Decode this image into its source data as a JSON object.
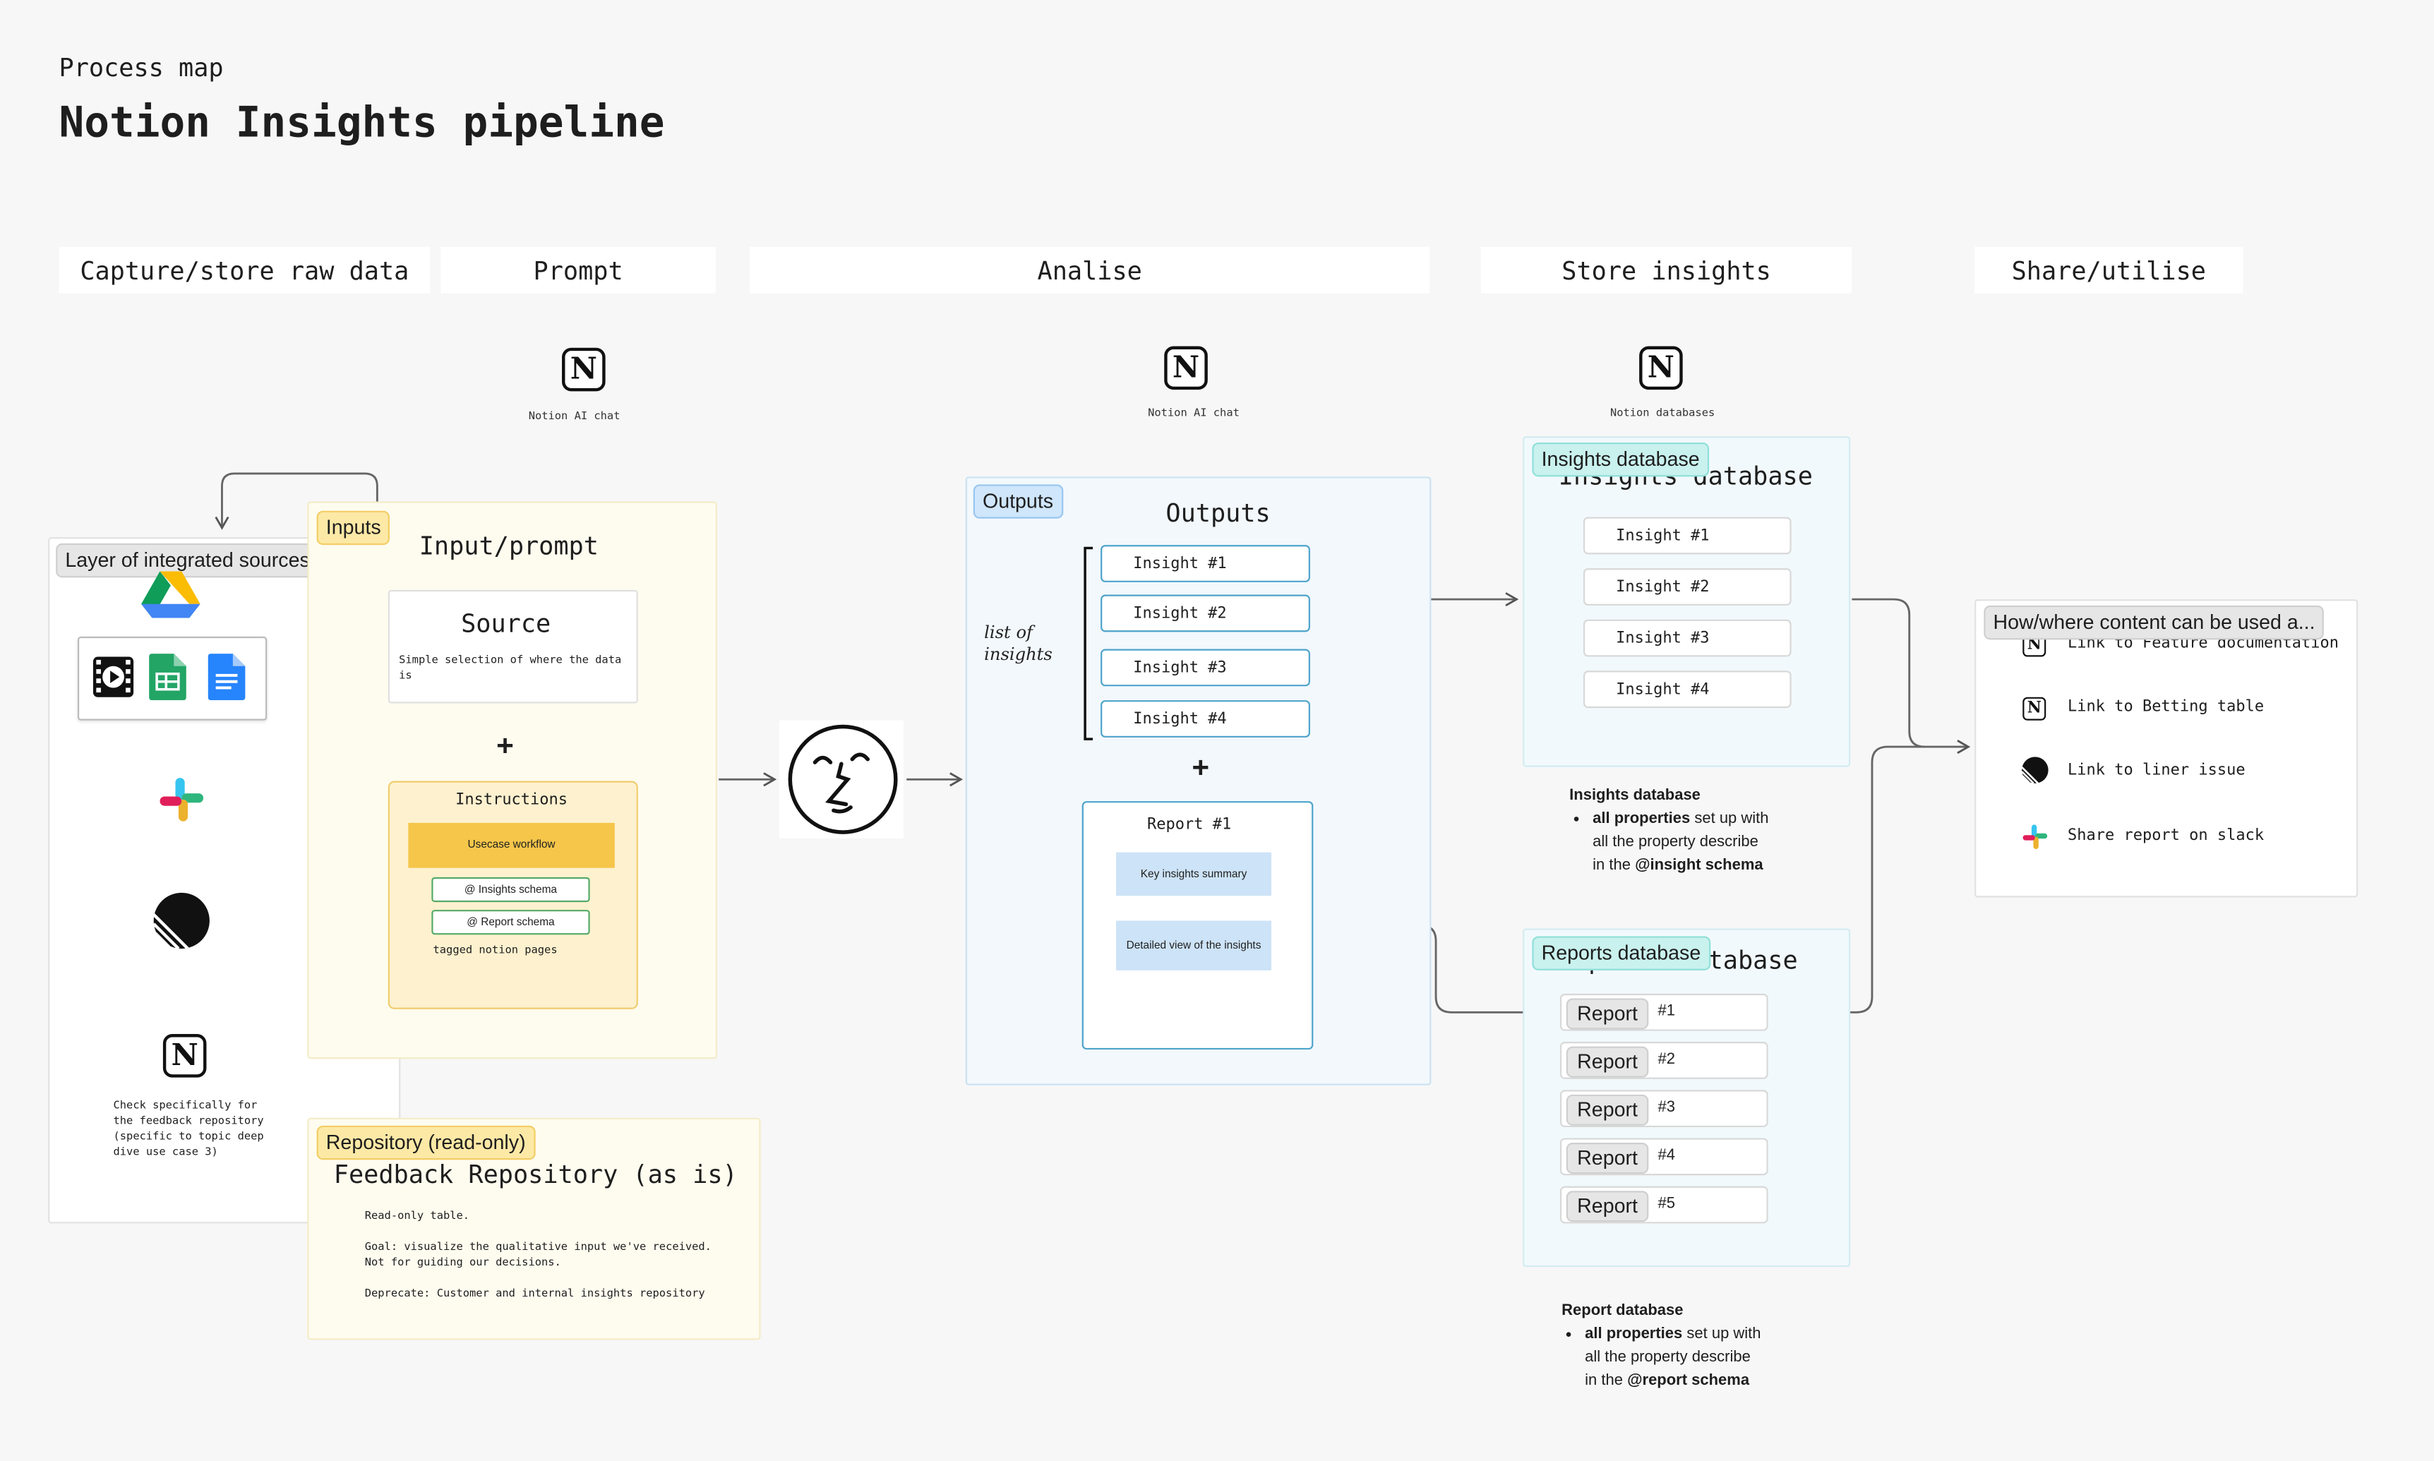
{
  "header": {
    "subtitle": "Process map",
    "title": "Notion Insights pipeline"
  },
  "columns": {
    "capture": "Capture/store raw data",
    "prompt": "Prompt",
    "analise": "Analise",
    "store": "Store insights",
    "share": "Share/utilise"
  },
  "icons": {
    "prompt_caption": "Notion AI chat",
    "analise_caption": "Notion AI chat",
    "store_caption": "Notion databases",
    "notion_letter": "N"
  },
  "sources": {
    "tag": "Layer of integrated sources",
    "notion_note": "Check specifically for the feedback repository (specific to topic deep dive use case 3)",
    "apps": [
      "google-drive-icon",
      "video-icon",
      "google-sheets-icon",
      "google-docs-icon",
      "slack-icon",
      "linear-icon",
      "notion-icon"
    ]
  },
  "inputs": {
    "tag": "Inputs",
    "title": "Input/prompt",
    "source_title": "Source",
    "source_desc": "Simple selection of where the data is",
    "plus": "+",
    "instructions_title": "Instructions",
    "usecase": "Usecase workflow",
    "insights_schema": "@ Insights schema",
    "report_schema": "@ Report schema",
    "tagged": "tagged notion pages"
  },
  "repository": {
    "tag": "Repository (read-only)",
    "title": "Feedback Repository (as is)",
    "line1": "Read-only table.",
    "line2": "Goal: visualize the qualitative input we've received.",
    "line3": "Not for guiding our decisions.",
    "line4": "Deprecate: Customer and internal insights repository"
  },
  "outputs": {
    "tag": "Outputs",
    "title": "Outputs",
    "handwritten": "list of insights",
    "insights": [
      "Insight #1",
      "Insight #2",
      "Insight #3",
      "Insight #4"
    ],
    "plus": "+",
    "report_title": "Report #1",
    "report_summary": "Key insights summary",
    "report_detail": "Detailed view of the insights"
  },
  "insights_db": {
    "tag": "Insights database",
    "title": "Insights database",
    "rows": [
      "Insight #1",
      "Insight #2",
      "Insight #3",
      "Insight #4"
    ],
    "note_title": "Insights database",
    "note_bold": "all properties",
    "note_rest1": " set up with",
    "note_rest2": "all the property describe",
    "note_rest3": "in the ",
    "note_schema": "@insight schema"
  },
  "reports_db": {
    "tag": "Reports database",
    "title": "Reports database",
    "row_label": "Report",
    "rows": [
      "#1",
      "#2",
      "#3",
      "#4",
      "#5"
    ],
    "note_title": "Report database",
    "note_bold": "all properties",
    "note_rest1": " set up with",
    "note_rest2": "all the property describe",
    "note_rest3": "in the ",
    "note_schema": "@report schema"
  },
  "share": {
    "tag": "How/where content can be used a...",
    "items": [
      {
        "icon": "notion-icon",
        "label": "Link to Feature documentation"
      },
      {
        "icon": "notion-icon",
        "label": "Link to Betting table"
      },
      {
        "icon": "linear-icon",
        "label": "Link to liner issue"
      },
      {
        "icon": "slack-icon",
        "label": "Share report on slack"
      }
    ]
  },
  "colors": {
    "yellow_area": "#fefcef",
    "instructions_fill": "#fdf1cf",
    "usecase_fill": "#f5c64a",
    "outputs_area": "#f2f8fc",
    "insight_border": "#4ea3cc",
    "report_pill": "#cde3f7",
    "db_area": "#f2f9fc"
  }
}
